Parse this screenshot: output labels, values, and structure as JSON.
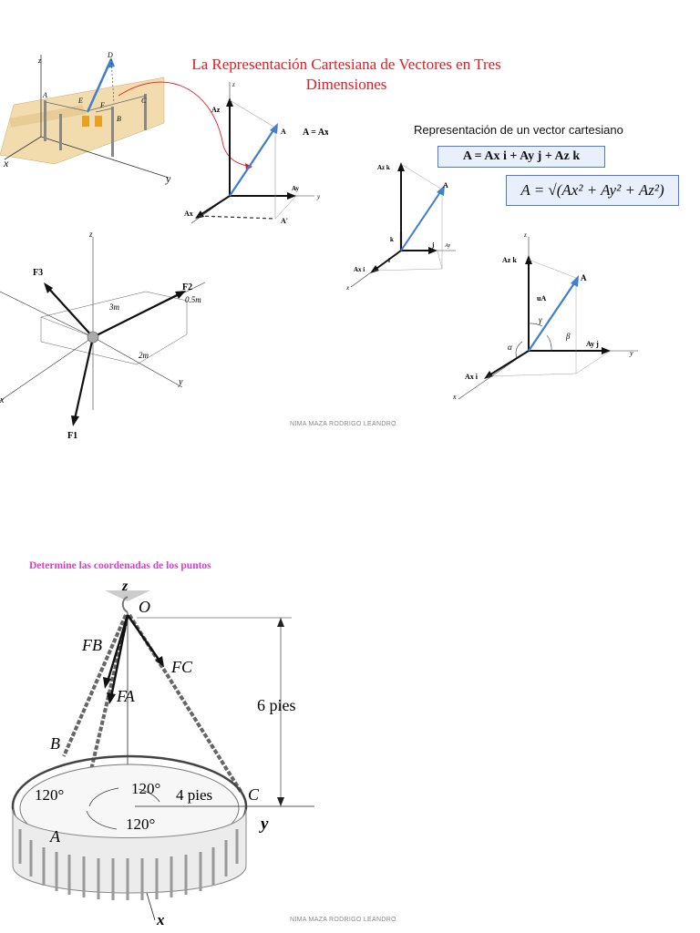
{
  "title": "La Representación Cartesiana de Vectores en Tres Dimensiones",
  "subtitle": "Representación de un vector cartesiano",
  "equations": {
    "components": "A = Ax i + Ay j + Az k",
    "magnitude": "A = √(Ax² + Ay² + Az²)"
  },
  "footer": "NIMA MAZA RODRIGO LEANDRO",
  "prompt": "Determine las coordenadas de los puntos",
  "figures": {
    "towers": {
      "labels": [
        "z",
        "D",
        "A",
        "E",
        "F",
        "C",
        "B",
        "x",
        "y"
      ]
    },
    "vector_sum": {
      "labels": [
        "z",
        "Az",
        "A",
        "A = Ax + Ay + Az",
        "Ay",
        "y",
        "Ax",
        "A'"
      ]
    },
    "unit_vectors": {
      "labels": [
        "Az k",
        "A",
        "k",
        "j",
        "Ay",
        "i",
        "Ax i",
        "x"
      ]
    },
    "forces": {
      "labels": [
        "z",
        "F3",
        "F2",
        "0.5m",
        "3m",
        "2m",
        "y",
        "x",
        "F1"
      ]
    },
    "direction_angles": {
      "labels": [
        "z",
        "Az k",
        "A",
        "uA",
        "γ",
        "β",
        "α",
        "Ay j",
        "y",
        "Ax i",
        "x"
      ]
    },
    "chandelier": {
      "labels": [
        "z",
        "O",
        "FB",
        "FA",
        "FC",
        "6 pies",
        "B",
        "120°",
        "120°",
        "4 pies",
        "C",
        "y",
        "A",
        "120°",
        "x"
      ]
    }
  }
}
